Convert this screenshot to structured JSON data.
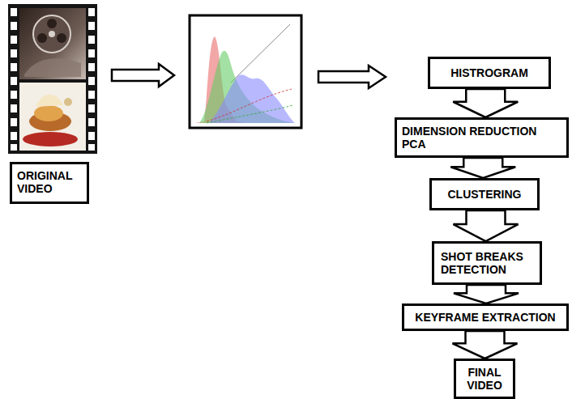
{
  "diagram": {
    "nodes": [
      {
        "text": [
          "ORIGINAL VIDEO"
        ]
      },
      {
        "text": [
          "HISTROGRAM"
        ]
      },
      {
        "text": [
          "DIMENSION REDUCTION PCA"
        ]
      },
      {
        "text": [
          "CLUSTERING"
        ]
      },
      {
        "text": [
          "SHOT BREAKS DETECTION"
        ]
      },
      {
        "text": [
          "KEYFRAME EXTRACTION"
        ]
      },
      {
        "text": [
          "FINAL VIDEO"
        ]
      }
    ],
    "edges": [
      {
        "from": 1,
        "to": 2,
        "arrow": "to"
      },
      {
        "from": 2,
        "to": 3,
        "arrow": "to"
      },
      {
        "from": 3,
        "to": 4,
        "arrow": "to"
      },
      {
        "from": 4,
        "to": 5,
        "arrow": "to"
      },
      {
        "from": 5,
        "to": 6,
        "arrow": "to"
      }
    ]
  }
}
